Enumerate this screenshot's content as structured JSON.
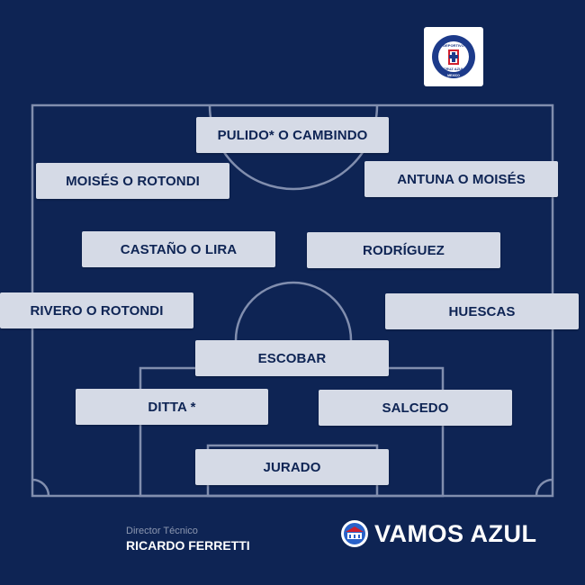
{
  "club_crest": {
    "line_top": "DEPORTIVO",
    "line_bottom": "CRUZ AZUL",
    "line_arc": "MEXICO"
  },
  "lineup": {
    "forward": "PULIDO* O CAMBINDO",
    "left_wing": "MOISÉS O ROTONDI",
    "right_wing": "ANTUNA O MOISÉS",
    "left_mid": "CASTAÑO O LIRA",
    "right_mid": "RODRÍGUEZ",
    "left_back": "RIVERO O ROTONDI",
    "right_back": "HUESCAS",
    "center_back_1": "ESCOBAR",
    "center_back_2": "DITTA *",
    "center_back_3": "SALCEDO",
    "goalkeeper": "JURADO"
  },
  "coach": {
    "label": "Director Técnico",
    "name": "RICARDO FERRETTI"
  },
  "brand": {
    "name": "VAMOS AZUL"
  },
  "colors": {
    "background": "#0e2454",
    "card": "#d5dae6",
    "lines": "#8e9ab8",
    "crest_red": "#d0202e",
    "crest_blue": "#1c3a8a"
  }
}
